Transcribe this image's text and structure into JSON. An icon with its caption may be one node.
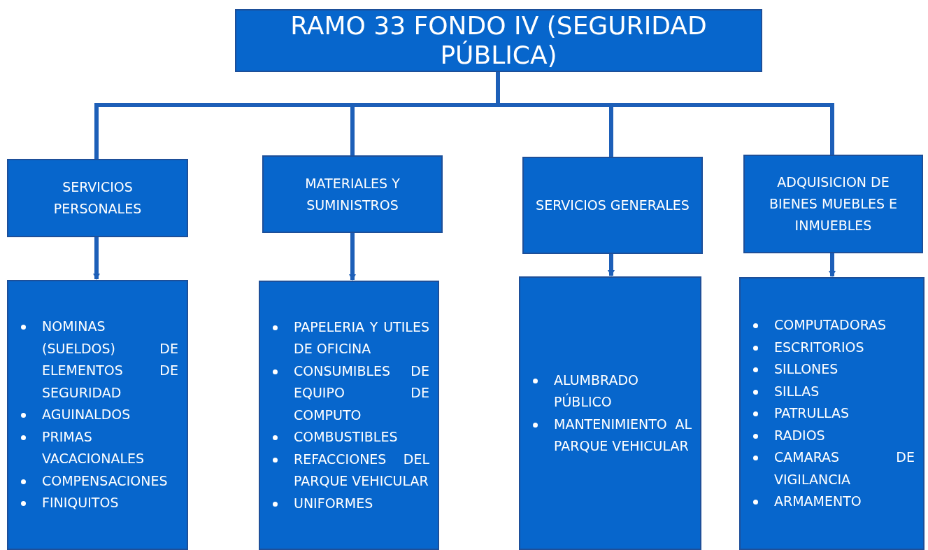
{
  "diagram": {
    "nodes": [
      {
        "text": [
          "RAMO 33 FONDO IV (SEGURIDAD PÚBLICA)"
        ]
      },
      {
        "text": [
          "SERVICIOS PERSONALES"
        ]
      },
      {
        "text": [
          "MATERIALES Y SUMINISTROS"
        ]
      },
      {
        "text": [
          "SERVICIOS GENERALES"
        ]
      },
      {
        "text": [
          "ADQUISICION DE BIENES MUEBLES E INMUEBLES"
        ]
      },
      {
        "text": [
          "NOMINAS (SUELDOS) DE ELEMENTOS DE SEGURIDAD",
          "AGUINALDOS",
          "PRIMAS VACACIONALES",
          "COMPENSACIONES",
          "FINIQUITOS"
        ]
      },
      {
        "text": [
          "PAPELERIA Y UTILES DE OFICINA",
          "CONSUMIBLES DE EQUIPO DE COMPUTO",
          "COMBUSTIBLES",
          "REFACCIONES DEL PARQUE VEHICULAR",
          "UNIFORMES"
        ]
      },
      {
        "text": [
          "ALUMBRADO PÚBLICO",
          "MANTENIMIENTO AL PARQUE VEHICULAR"
        ]
      },
      {
        "text": [
          "COMPUTADORAS",
          "ESCRITORIOS",
          "SILLONES",
          "SILLAS",
          "PATRULLAS",
          "RADIOS",
          "CAMARAS DE VIGILANCIA",
          "ARMAMENTO"
        ]
      }
    ],
    "edges": [
      {
        "from": 0,
        "to": 1,
        "arrow": "none"
      },
      {
        "from": 0,
        "to": 2,
        "arrow": "none"
      },
      {
        "from": 0,
        "to": 3,
        "arrow": "none"
      },
      {
        "from": 0,
        "to": 4,
        "arrow": "none"
      },
      {
        "from": 1,
        "to": 5,
        "arrow": "to"
      },
      {
        "from": 2,
        "to": 6,
        "arrow": "to"
      },
      {
        "from": 3,
        "to": 7,
        "arrow": "to"
      },
      {
        "from": 4,
        "to": 8,
        "arrow": "to"
      }
    ]
  }
}
